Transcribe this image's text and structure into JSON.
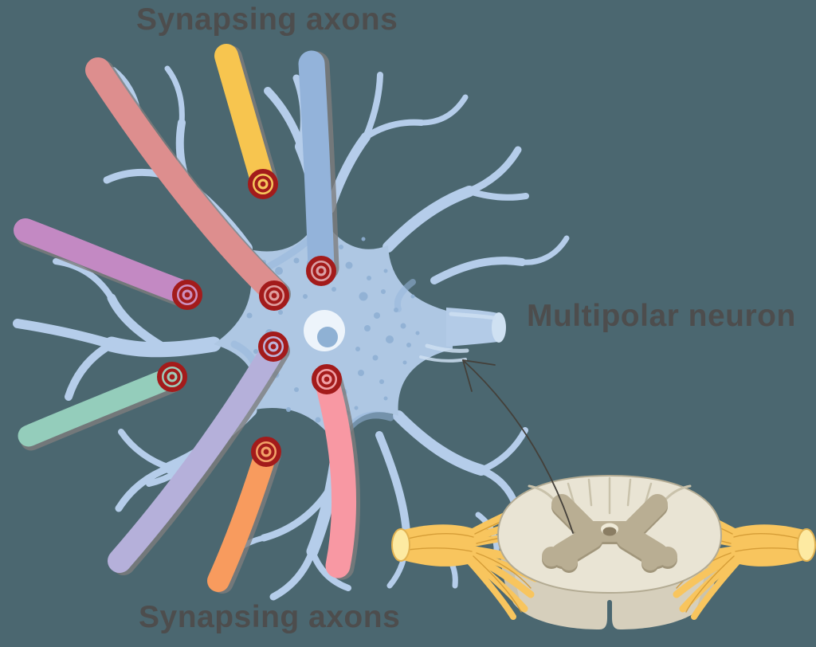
{
  "labels": {
    "synapsing_axons_top": "Synapsing axons",
    "synapsing_axons_bottom": "Synapsing axons",
    "multipolar_neuron": "Multipolar neuron"
  },
  "colors": {
    "background": "#4b6770",
    "label_text": "#4d4d4d",
    "neuron": {
      "dendrite": "#b5cdea",
      "soma": "#aec7e3",
      "shade": "#97b7dd",
      "speckle": "#8fb0d4",
      "nucleus": "#edf4fb",
      "nucleolus": "#8fb1d4",
      "axon_tube": "#b3cbe7",
      "axon_cap": "#cfe1f2",
      "highlight": "#cddff2"
    },
    "axons": {
      "salmon": "#dd8e8e",
      "yellow": "#f7c54f",
      "blue": "#93b3da",
      "purple": "#c389c3",
      "teal": "#94cdbb",
      "lavender": "#b5b0da",
      "pink": "#f898a3",
      "orange": "#f89b5e"
    },
    "axon_shadow": "#7d7d7d",
    "synapse": {
      "ring": "#a31b1b",
      "tints": {
        "yellow": "#f6c75c",
        "blue": "#dba0a5",
        "salmon": "#df9d9d",
        "purple": "#cc8fbe",
        "lavender": "#bdb2d8",
        "teal": "#9ecab8",
        "pink": "#f0a0a5",
        "orange": "#f3a268"
      }
    },
    "spinal_cord": {
      "nerve": "#f8c55e",
      "nerve_end": "#fdeaa2",
      "nerve_line": "#cf9530",
      "face": "#e9e4d4",
      "face_edge": "#b3ab93",
      "body": "#d6cfbc",
      "body_shade": "#c5bda7",
      "gray_matter": "#b9ae93",
      "gray_matter_edge": "#a1967b",
      "canal": "#8a7d63"
    },
    "arrow": "#44403a"
  }
}
